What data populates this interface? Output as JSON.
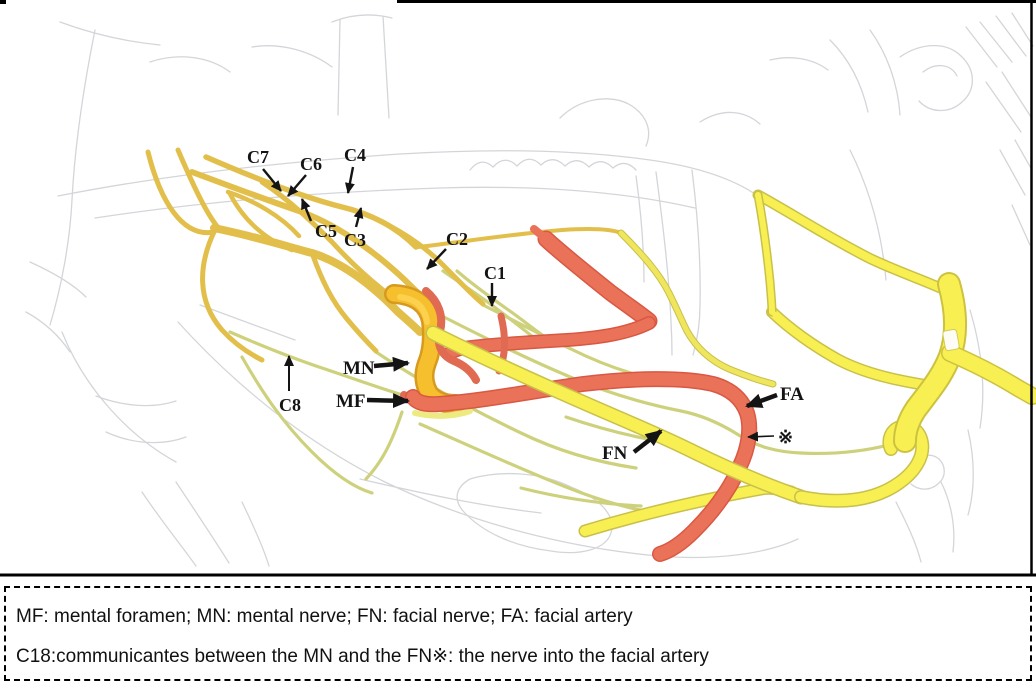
{
  "figure": {
    "type": "hand-drawn anatomical illustration of mandibular region nerves and facial artery",
    "region_labels": {
      "c1": "C1",
      "c2": "C2",
      "c3": "C3",
      "c4": "C4",
      "c5": "C5",
      "c6": "C6",
      "c7": "C7",
      "c8": "C8"
    },
    "structure_labels": {
      "mn": "MN",
      "mf": "MF",
      "fn": "FN",
      "fa": "FA",
      "reference_mark": "※"
    },
    "colors": {
      "nerve_yellow": "#f8f052",
      "nerve_ochre": "#e2bf4a",
      "nerve_olive": "#ced17c",
      "mental_nerve_orange": "#f5bf2e",
      "artery_red": "#ea7258",
      "pencil_gray": "#b6bac0",
      "label_black": "#141414"
    }
  },
  "caption": {
    "line1": "MF: mental foramen; MN: mental nerve; FN: facial nerve; FA: facial artery",
    "line2": "C18:communicantes between the MN and the FN※: the nerve into the facial artery"
  }
}
